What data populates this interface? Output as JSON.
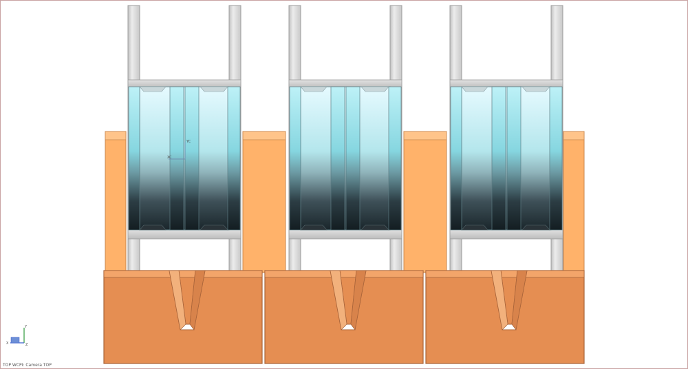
{
  "viewport": {
    "view_label": "TOP WCPI: Camera TOP"
  },
  "triad": {
    "x_label": "X",
    "y_label": "Y",
    "z_label": "Z"
  },
  "wcs": {
    "x_label": "XC",
    "y_label": "YC"
  },
  "colors": {
    "bracket_light": "#ffb26a",
    "bracket_dark": "#e58e52",
    "frame": "#d5d5d5",
    "coil_top": "#e6faff",
    "coil_mid": "#a9dde4",
    "coil_bottom": "#1c2a30",
    "border": "#c9a3a3"
  },
  "model": {
    "assembly_count": 3
  }
}
